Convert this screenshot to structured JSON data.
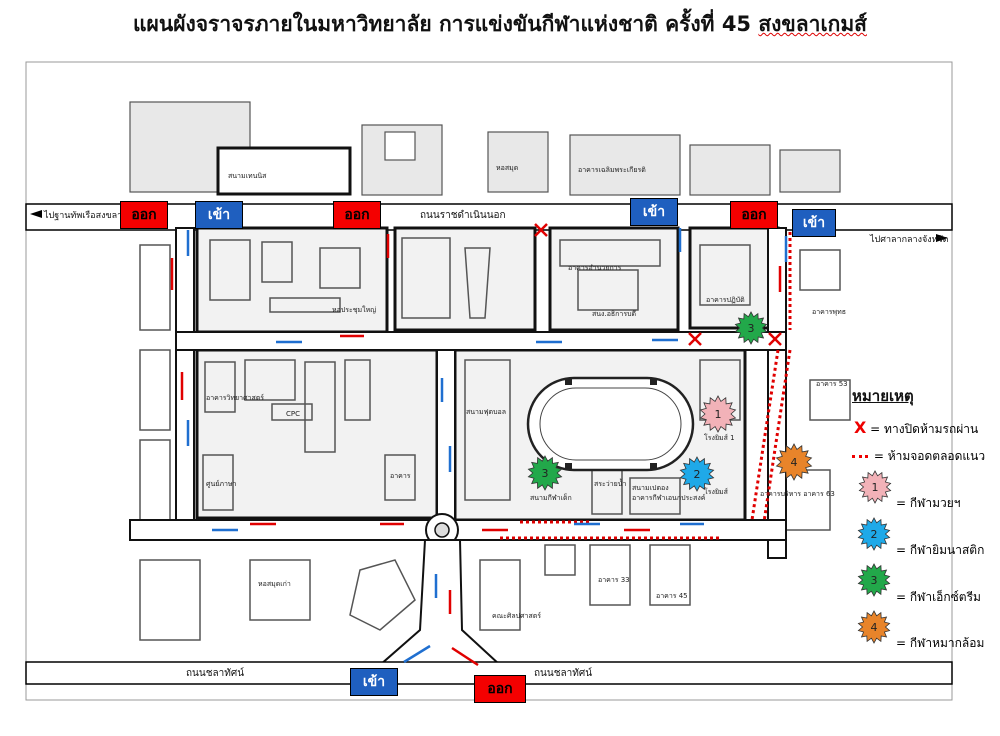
{
  "title": {
    "main": "แผนผังจราจรภายในมหาวิทยาลัย การแข่งขันกีฬาแห่งชาติ   ครั้งที่  45  ",
    "sub": "สงขลาเกมส์"
  },
  "roads": {
    "north": "ถนนราชดำเนินนอก",
    "south_left": "ถนนชลาทัศน์",
    "south_right": "ถนนชลาทัศน์",
    "to_west": "ไปฐานทัพเรือสงขลา",
    "to_east": "ไปศาลากลางจังหวัด"
  },
  "gates": {
    "exit_label": "ออก",
    "enter_label": "เข้า"
  },
  "buildings": {
    "north_1": "สนามเทนนิส",
    "north_2": "หอสมุด",
    "north_3": "อาคารเฉลิมพระเกียรติ",
    "b_left_top": "หอประชุมใหญ่",
    "b_mid_top": "อาคารอำนวยการ",
    "b_mid_top2": "สนง.อธิการบดี",
    "b_right_top": "อาคารปฏิบัติ",
    "b_cpc": "CPC",
    "b_vert1": "อาคารวิทยาศาสตร์",
    "b_vert2": "อาคาร",
    "b_vert3": "ศูนย์ภาษา",
    "b_stadium": "สนามฟุตบอล",
    "b_gym_left": "สนามกีฬาเด็ก",
    "b_swim": "สระว่ายน้ำ",
    "b_gym_mid": "สนามเปตอง",
    "b_gym_right": "โรงยิมส์ 1",
    "b_gym_right2": "โรงยิมส์",
    "b_gym_b": "อาคารกีฬาเอนกประสงค์",
    "b_e1": "อาคาร 53",
    "b_e2": "อาคารพุทธ",
    "b_e3": "อาคารบริหาร อาคาร 63",
    "b_s1": "หอสมุดเก่า",
    "b_s2": "คณะศิลปศาสตร์",
    "b_s3": "อาคาร 33",
    "b_s4": "อาคาร 45"
  },
  "legend": {
    "title": "หมายเหตุ",
    "closed": "= ทางปิดห้ามรถผ่าน",
    "no_parking": "= ห้ามจอดตลอดแนว",
    "sport_1": "= กีฬามวยฯ",
    "sport_2": "= กีฬายิมนาสติก",
    "sport_3": "= กีฬาเอ็กซ์ตรีม",
    "sport_4": "= กีฬาหมากล้อม"
  },
  "venues": [
    {
      "number": "1",
      "color": "#f2b2b8"
    },
    {
      "number": "2",
      "color": "#1fa9e8"
    },
    {
      "number": "3",
      "color": "#22a84a"
    },
    {
      "number": "4",
      "color": "#e8842a"
    }
  ],
  "colors": {
    "exit": "#f40000",
    "enter": "#1f5fbf",
    "arrow_red": "#e00000",
    "arrow_blue": "#1f6fd0"
  }
}
